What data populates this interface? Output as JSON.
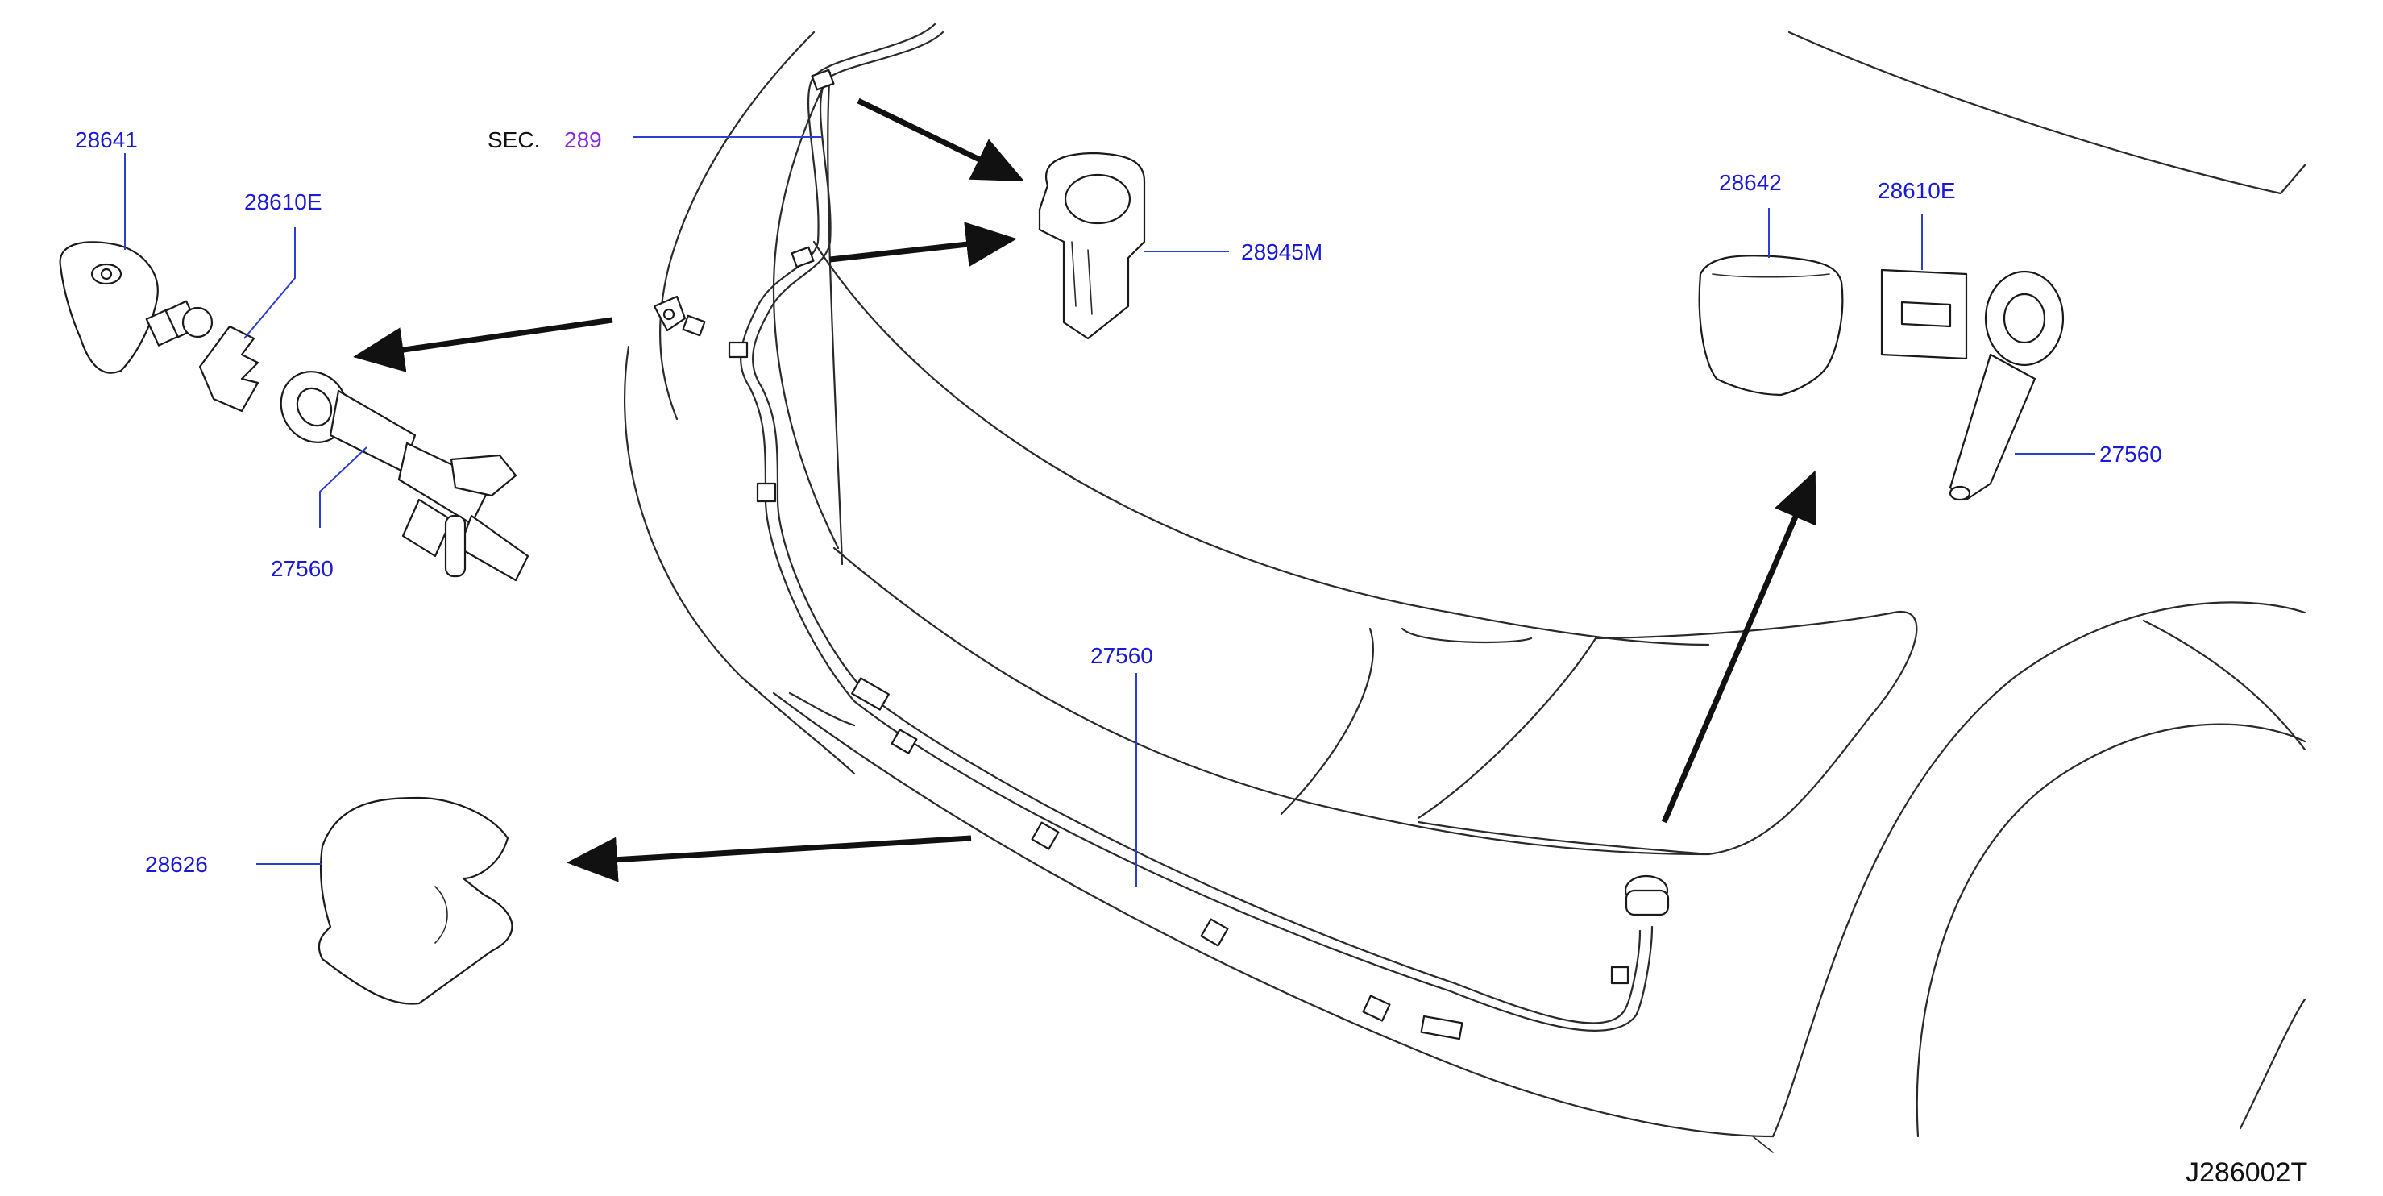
{
  "diagram": {
    "code": "J286002T",
    "sec_prefix": "SEC.",
    "sec_number": "289",
    "labels": {
      "p28641": "28641",
      "p28610e_left": "28610E",
      "p27560_left": "27560",
      "p28945m": "28945M",
      "p28642": "28642",
      "p28610e_right": "28610E",
      "p27560_right": "27560",
      "p27560_center": "27560",
      "p28626": "28626"
    },
    "colors": {
      "part_number": "#1a1ad6",
      "sec_number": "#8a2be2",
      "leader": "#2b3fcf",
      "outline": "#2a2a2a"
    }
  }
}
